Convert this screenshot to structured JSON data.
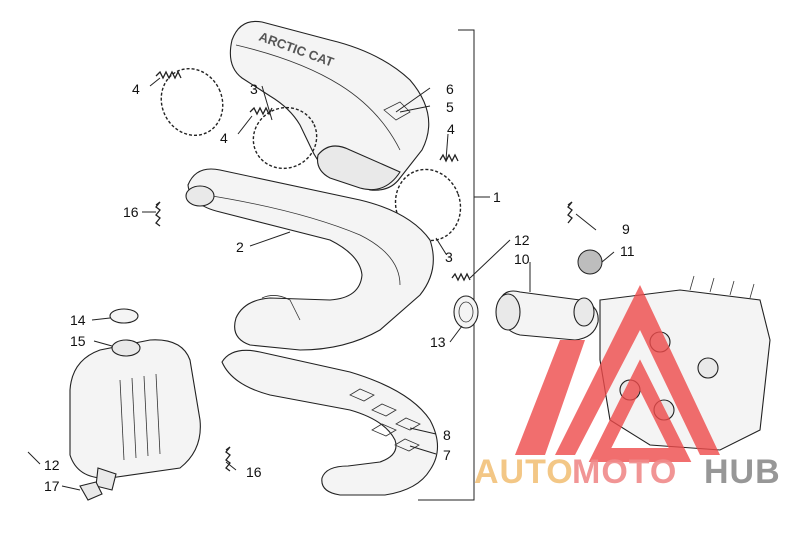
{
  "labels": [
    {
      "id": "1",
      "text": "1"
    },
    {
      "id": "2",
      "text": "2"
    },
    {
      "id": "3a",
      "text": "3"
    },
    {
      "id": "3b",
      "text": "3"
    },
    {
      "id": "4a",
      "text": "4"
    },
    {
      "id": "4b",
      "text": "4"
    },
    {
      "id": "4c",
      "text": "4"
    },
    {
      "id": "5",
      "text": "5"
    },
    {
      "id": "6",
      "text": "6"
    },
    {
      "id": "7",
      "text": "7"
    },
    {
      "id": "8",
      "text": "8"
    },
    {
      "id": "9",
      "text": "9"
    },
    {
      "id": "10",
      "text": "10"
    },
    {
      "id": "11",
      "text": "11"
    },
    {
      "id": "12a",
      "text": "12"
    },
    {
      "id": "12b",
      "text": "12"
    },
    {
      "id": "13",
      "text": "13"
    },
    {
      "id": "14",
      "text": "14"
    },
    {
      "id": "15",
      "text": "15"
    },
    {
      "id": "16a",
      "text": "16"
    },
    {
      "id": "16b",
      "text": "16"
    },
    {
      "id": "17",
      "text": "17"
    }
  ],
  "watermark": {
    "part1": "AUTO",
    "part2": "MOTO",
    "part3": "HUB",
    "colors": {
      "auto": "#f2c27a",
      "moto": "#f08a8a",
      "hub": "#8c8c8c",
      "logo": "#ee4b4b"
    }
  },
  "embossed_text": "ARCTIC CAT"
}
